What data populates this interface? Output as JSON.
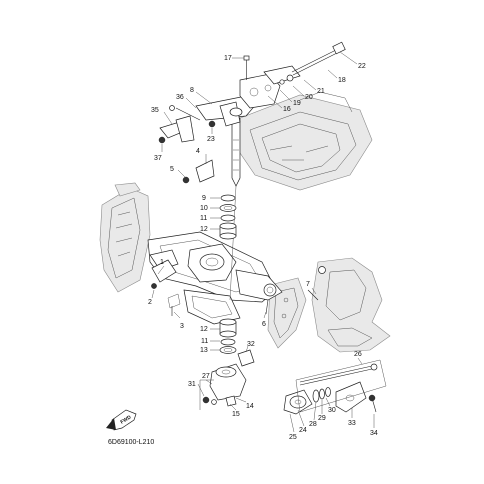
{
  "diagram_code": "6D69100-L210",
  "fwd_label": "FWD",
  "part_numbers": [
    "1",
    "2",
    "3",
    "4",
    "5",
    "6",
    "7",
    "8",
    "9",
    "10",
    "11",
    "12",
    "13",
    "14",
    "15",
    "16",
    "17",
    "18",
    "19",
    "20",
    "21",
    "22",
    "23",
    "24",
    "25",
    "26",
    "27",
    "28",
    "29",
    "30",
    "31",
    "32",
    "33",
    "34",
    "35",
    "36",
    "37"
  ],
  "callouts": [
    {
      "id": "17",
      "num": "17"
    },
    {
      "id": "22",
      "num": "22"
    },
    {
      "id": "18",
      "num": "18"
    },
    {
      "id": "21",
      "num": "21"
    },
    {
      "id": "20",
      "num": "20"
    },
    {
      "id": "19",
      "num": "19"
    },
    {
      "id": "16",
      "num": "16"
    },
    {
      "id": "8",
      "num": "8"
    },
    {
      "id": "36",
      "num": "36"
    },
    {
      "id": "35",
      "num": "35"
    },
    {
      "id": "23",
      "num": "23"
    },
    {
      "id": "37",
      "num": "37"
    },
    {
      "id": "4",
      "num": "4"
    },
    {
      "id": "5",
      "num": "5"
    },
    {
      "id": "9",
      "num": "9"
    },
    {
      "id": "10",
      "num": "10"
    },
    {
      "id": "11a",
      "num": "11"
    },
    {
      "id": "12a",
      "num": "12"
    },
    {
      "id": "1",
      "num": "1"
    },
    {
      "id": "7",
      "num": "7"
    },
    {
      "id": "2",
      "num": "2"
    },
    {
      "id": "3",
      "num": "3"
    },
    {
      "id": "6",
      "num": "6"
    },
    {
      "id": "12b",
      "num": "12"
    },
    {
      "id": "11b",
      "num": "11"
    },
    {
      "id": "13",
      "num": "13"
    },
    {
      "id": "32",
      "num": "32"
    },
    {
      "id": "26",
      "num": "26"
    },
    {
      "id": "27",
      "num": "27"
    },
    {
      "id": "31",
      "num": "31"
    },
    {
      "id": "14",
      "num": "14"
    },
    {
      "id": "15",
      "num": "15"
    },
    {
      "id": "30",
      "num": "30"
    },
    {
      "id": "29",
      "num": "29"
    },
    {
      "id": "28",
      "num": "28"
    },
    {
      "id": "24",
      "num": "24"
    },
    {
      "id": "25",
      "num": "25"
    },
    {
      "id": "33",
      "num": "33"
    },
    {
      "id": "34",
      "num": "34"
    }
  ]
}
